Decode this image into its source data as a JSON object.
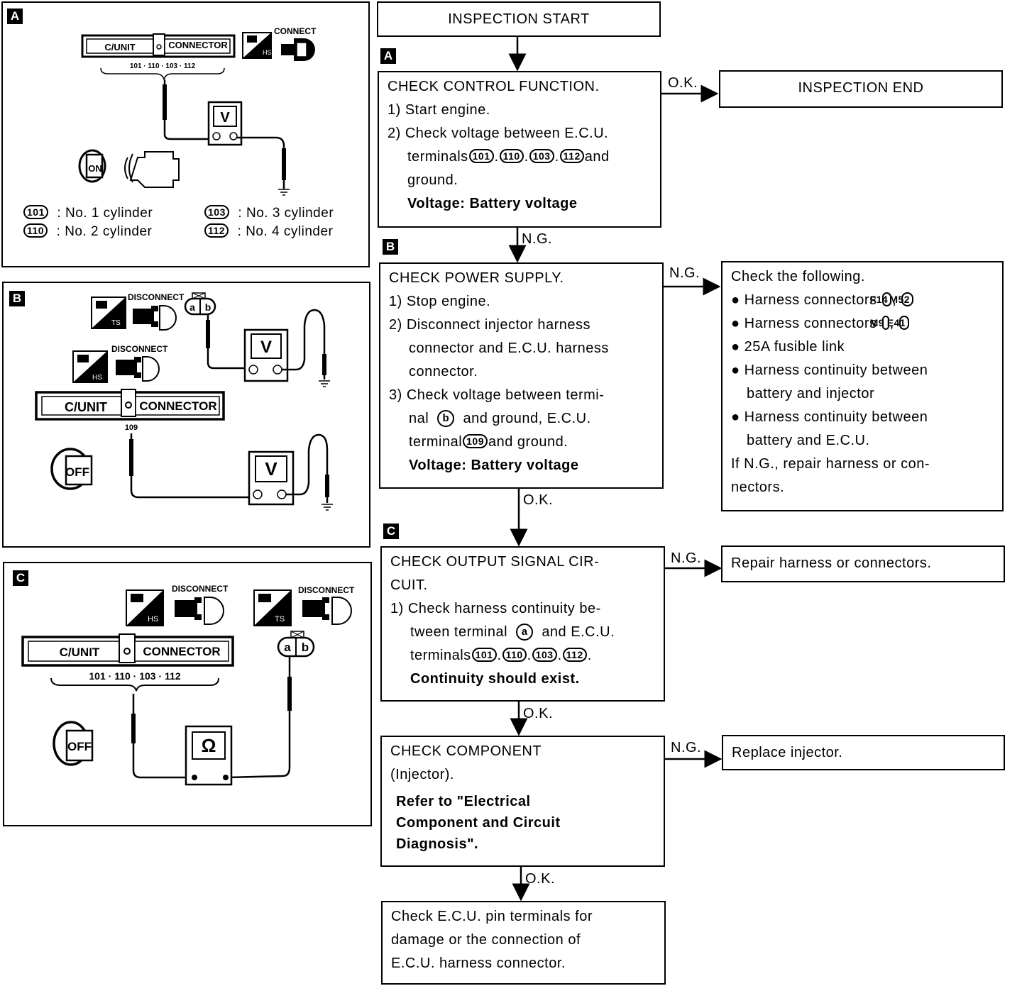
{
  "flow": {
    "start": "INSPECTION START",
    "end": "INSPECTION END",
    "step_a": {
      "tag": "A",
      "title": "CHECK CONTROL FUNCTION.",
      "s1": "1) Start engine.",
      "s2a": "2) Check voltage between E.C.U.",
      "s2b_pre": "terminals",
      "s2b_post": "and",
      "s2c": "ground.",
      "spec": "Voltage: Battery voltage"
    },
    "step_b": {
      "tag": "B",
      "title": "CHECK POWER SUPPLY.",
      "s1": "1) Stop engine.",
      "s2a": "2) Disconnect injector harness",
      "s2b": "connector and E.C.U. harness",
      "s2c": "connector.",
      "s3a": "3) Check voltage between termi-",
      "s3b_pre": "nal",
      "s3b_circ": "b",
      "s3b_post": "and ground, E.C.U.",
      "s3c_pre": "terminal",
      "s3c_term": "109",
      "s3c_post": "and ground.",
      "spec": "Voltage: Battery voltage"
    },
    "step_c": {
      "tag": "C",
      "title1": "CHECK OUTPUT SIGNAL CIR-",
      "title2": "CUIT.",
      "s1a": "1) Check harness continuity be-",
      "s1b_pre": "tween terminal",
      "s1b_circ": "a",
      "s1b_post": "and E.C.U.",
      "s1c_pre": "terminals",
      "s1c_post": ".",
      "spec": "Continuity should exist."
    },
    "step_d": {
      "title1": "CHECK COMPONENT",
      "title2": "(Injector).",
      "ref1": "Refer to \"Electrical",
      "ref2": "Component and Circuit",
      "ref3": "Diagnosis\"."
    },
    "final": {
      "l1": "Check E.C.U. pin terminals for",
      "l2": "damage or the connection of",
      "l3": "E.C.U. harness connector."
    },
    "check_following": {
      "title": "Check the following.",
      "i1": "Harness connectors",
      "i1_c1": "F14",
      "i1_c2": "M52",
      "i2": "Harness connectors",
      "i2_c1": "M9",
      "i2_c2": "E41",
      "i3": "25A fusible link",
      "i4a": "Harness continuity between",
      "i4b": "battery and injector",
      "i5a": "Harness continuity between",
      "i5b": "battery and E.C.U.",
      "n1": "If N.G., repair harness or con-",
      "n2": "nectors.",
      "bullet": "●"
    },
    "repair": "Repair harness or connectors.",
    "replace": "Replace injector.",
    "ok": "O.K.",
    "ng": "N.G.",
    "terminals": [
      "101",
      "110",
      "103",
      "112"
    ]
  },
  "panels": {
    "a": {
      "tag": "A",
      "cunit": "C/UNIT",
      "connector": "CONNECTOR",
      "connect": "CONNECT",
      "pins": "101 · 110 · 103 · 112",
      "meter": "V",
      "key": "ON",
      "hs": "HS",
      "legend": [
        {
          "term": "101",
          "desc": ": No. 1 cylinder"
        },
        {
          "term": "110",
          "desc": ": No. 2 cylinder"
        },
        {
          "term": "103",
          "desc": ": No. 3 cylinder"
        },
        {
          "term": "112",
          "desc": ": No. 4 cylinder"
        }
      ]
    },
    "b": {
      "tag": "B",
      "disconnect": "DISCONNECT",
      "cunit": "C/UNIT",
      "connector": "CONNECTOR",
      "pin": "109",
      "meter": "V",
      "key": "OFF",
      "ts": "TS",
      "hs": "HS",
      "plug_a": "a",
      "plug_b": "b"
    },
    "c": {
      "tag": "C",
      "disconnect": "DISCONNECT",
      "cunit": "C/UNIT",
      "connector": "CONNECTOR",
      "pins": "101 · 110 · 103 · 112",
      "meter": "Ω",
      "key": "OFF",
      "ts": "TS",
      "hs": "HS",
      "plug_a": "a",
      "plug_b": "b"
    }
  }
}
